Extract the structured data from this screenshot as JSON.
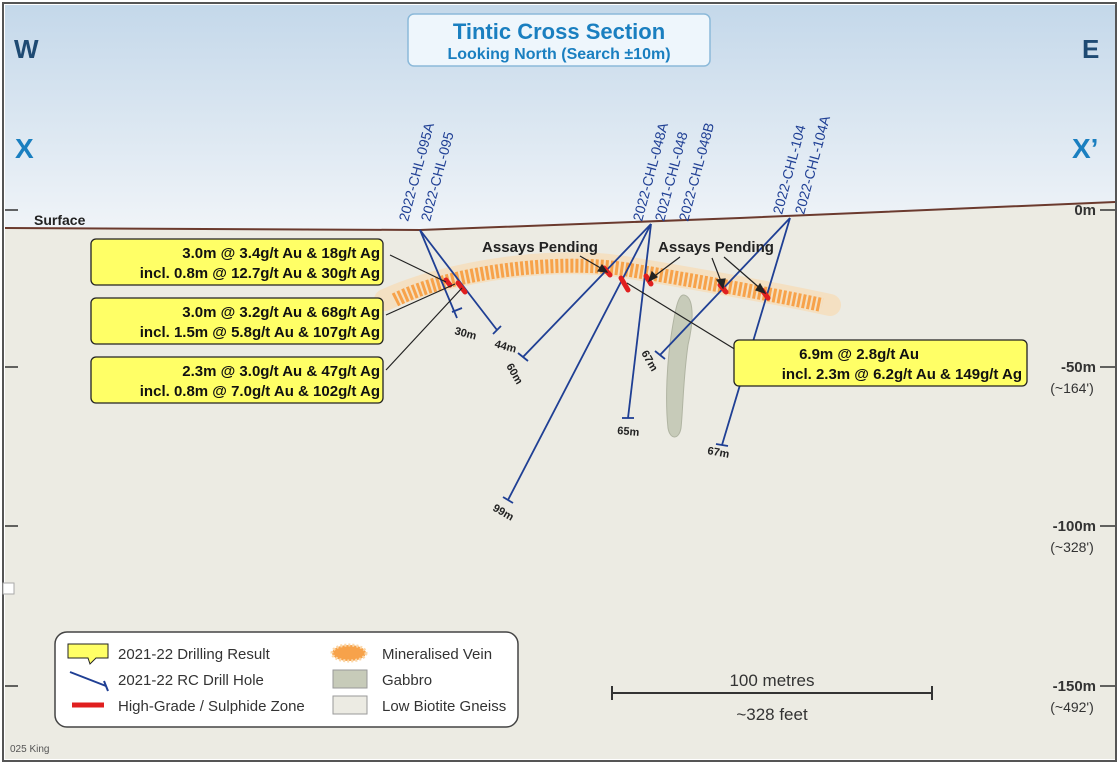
{
  "title": {
    "main": "Tintic Cross Section",
    "sub": "Looking North (Search ±10m)"
  },
  "compass": {
    "west": "W",
    "east": "E",
    "x_left": "X",
    "x_right": "X’"
  },
  "surface_label": "Surface",
  "depth_axis": [
    {
      "label": "0m",
      "feet": ""
    },
    {
      "label": "-50m",
      "feet": "(~164')"
    },
    {
      "label": "-100m",
      "feet": "(~328')"
    },
    {
      "label": "-150m",
      "feet": "(~492')"
    }
  ],
  "drill_holes": [
    {
      "id": "2022-CHL-095A",
      "depth": "30m"
    },
    {
      "id": "2022-CHL-095",
      "depth": "44m"
    },
    {
      "id": "2022-CHL-048A",
      "depth": "60m"
    },
    {
      "id": "2021-CHL-048",
      "depth": "99m"
    },
    {
      "id": "2022-CHL-048B",
      "depth": "65m"
    },
    {
      "id": "2022-CHL-104",
      "depth": "67m"
    },
    {
      "id": "2022-CHL-104A",
      "depth": "67m"
    }
  ],
  "results": [
    {
      "line1": "3.0m @   3.4g/t Au & 18g/t Ag",
      "line2": "incl. 0.8m @ 12.7g/t Au & 30g/t Ag"
    },
    {
      "line1": "3.0m @ 3.2g/t Au &   68g/t Ag",
      "line2": "incl. 1.5m @ 5.8g/t Au & 107g/t Ag"
    },
    {
      "line1": "2.3m @ 3.0g/t Au &   47g/t Ag",
      "line2": "incl. 0.8m @ 7.0g/t Au & 102g/t Ag"
    },
    {
      "line1": "6.9m @ 2.8g/t Au",
      "line2": "incl. 2.3m @ 6.2g/t Au & 149g/t Ag"
    }
  ],
  "annotations": {
    "pending_1": "Assays Pending",
    "pending_2": "Assays Pending"
  },
  "legend": {
    "drilling_result": "2021-22 Drilling Result",
    "rc_drill_hole": "2021-22 RC Drill Hole",
    "high_grade": "High-Grade / Sulphide Zone",
    "mineralised_vein": "Mineralised Vein",
    "gabbro": "Gabbro",
    "gneiss": "Low Biotite Gneiss"
  },
  "scale_bar": {
    "metres": "100 metres",
    "feet": "~328 feet"
  },
  "footer": "025 King",
  "colors": {
    "sky_top": "#c9dcec",
    "sky_bottom": "#eef3f8",
    "ground": "#ecebe3",
    "drill": "#1f3f94",
    "callout": "#ffff66",
    "vein": "#f7a24a",
    "high_grade": "#e01f1f",
    "gabbro": "#c7cbb9",
    "title_blue": "#1a7fc0"
  }
}
